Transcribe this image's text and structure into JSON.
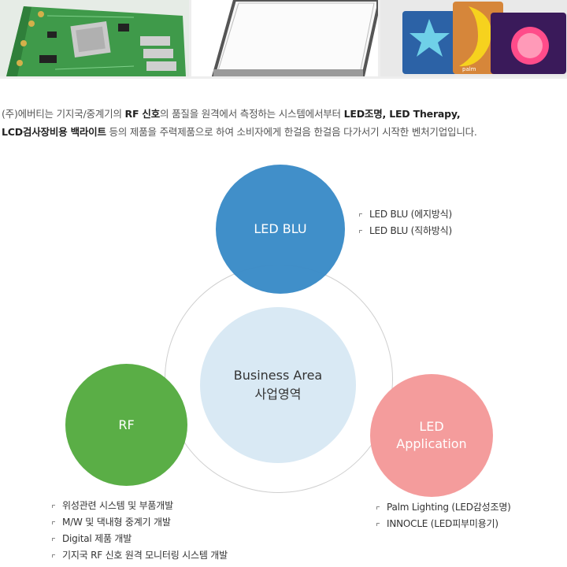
{
  "photos": [
    {
      "icon": "circuit-board-photo"
    },
    {
      "icon": "led-panel-photo"
    },
    {
      "icon": "led-lamps-photo",
      "lamp_text": "palm"
    }
  ],
  "intro": {
    "parts": [
      {
        "text": "(주)에버티는 기지국/중계기의 ",
        "bold": false
      },
      {
        "text": "RF 신호",
        "bold": true
      },
      {
        "text": "의 품질을 원격에서 측정하는 시스템에서부터 ",
        "bold": false
      },
      {
        "text": "LED조명, LED Therapy,",
        "bold": true
      },
      {
        "text": "\n",
        "bold": false
      },
      {
        "text": "LCD검사장비용 백라이트",
        "bold": true
      },
      {
        "text": " 등의 제품을 주력제품으로 하여 소비자에게 한걸음 한걸음 다가서기 시작한 벤처기업입니다.",
        "bold": false
      }
    ]
  },
  "diagram": {
    "center": {
      "line1": "Business Area",
      "line2": "사업영역",
      "color": "#d9e9f4"
    },
    "led_blu": {
      "label": "LED BLU",
      "color": "#3d8dc8",
      "items": [
        "LED BLU (에지방식)",
        "LED BLU (직하방식)"
      ]
    },
    "rf": {
      "label": "RF",
      "color": "#5aae46",
      "items": [
        "위성관련 시스템 및 부품개발",
        "M/W 및 댁내형 중계기 개발",
        "Digital 제품 개발",
        "기지국 RF 신호 원격 모니터링 시스템 개발"
      ]
    },
    "led_app": {
      "label_line1": "LED",
      "label_line2": "Application",
      "color": "#f49c9c",
      "items": [
        "Palm Lighting (LED감성조명)",
        "INNOCLE (LED피부미용기)"
      ]
    }
  }
}
